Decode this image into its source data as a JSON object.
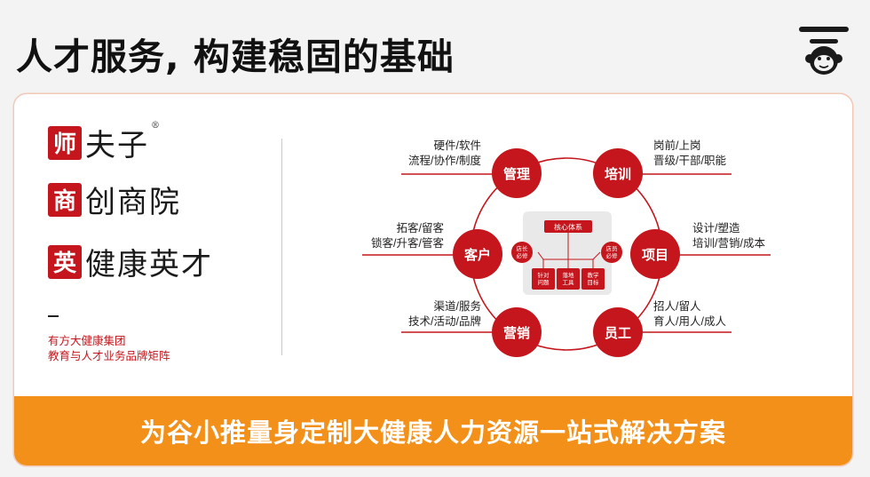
{
  "page": {
    "title": "人才服务, 构建稳固的基础"
  },
  "brands": [
    {
      "seal": "师",
      "name": "夫子",
      "mark": "®"
    },
    {
      "seal": "商",
      "name": "创商院",
      "mark": ""
    },
    {
      "seal": "英",
      "name": "健康英才",
      "mark": ""
    }
  ],
  "brand_desc": {
    "line1": "有方大健康集团",
    "line2": "教育与人才业务品牌矩阵"
  },
  "diagram": {
    "center_title": "核心体系",
    "center_left": [
      "店长",
      "必修"
    ],
    "center_right": [
      "店员",
      "必修"
    ],
    "center_boxes": [
      [
        "针对",
        "问题"
      ],
      [
        "落地",
        "工具"
      ],
      [
        "教学",
        "目标"
      ]
    ],
    "nodes": [
      {
        "label": "管理",
        "lines": [
          "硬件/软件",
          "流程/协作/制度"
        ]
      },
      {
        "label": "培训",
        "lines": [
          "岗前/上岗",
          "晋级/干部/职能"
        ]
      },
      {
        "label": "项目",
        "lines": [
          "设计/塑造",
          "培训/营销/成本"
        ]
      },
      {
        "label": "员工",
        "lines": [
          "招人/留人",
          "育人/用人/成人"
        ]
      },
      {
        "label": "营销",
        "lines": [
          "渠道/服务",
          "技术/活动/品牌"
        ]
      },
      {
        "label": "客户",
        "lines": [
          "拓客/留客",
          "锁客/升客/管客"
        ]
      }
    ]
  },
  "banner": {
    "text": "为谷小推量身定制大健康人力资源一站式解决方案"
  },
  "colors": {
    "red": "#c4161c",
    "orange": "#f39019"
  }
}
